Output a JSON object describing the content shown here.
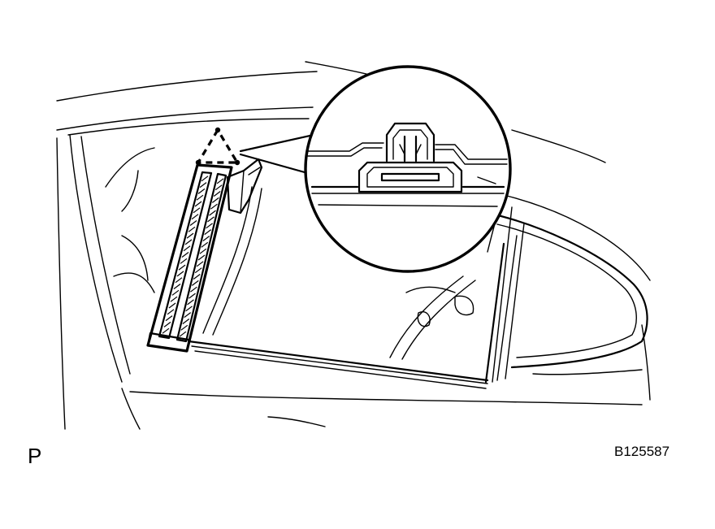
{
  "view_code": "P",
  "figure_id": "B125587",
  "colors": {
    "line": "#000000",
    "background": "#ffffff"
  },
  "icons": {
    "clip_marker": "dashed-triangle-icon",
    "detail_callout": "magnified-clip-detail"
  }
}
